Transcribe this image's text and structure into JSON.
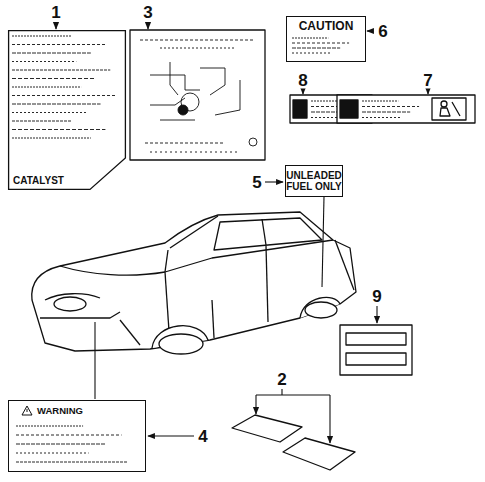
{
  "diagram": {
    "nodes": [
      {
        "text": [
          "CATALYST"
        ]
      },
      {
        "text": [
          "CAUTION"
        ]
      },
      {
        "text": [
          "UNLEADED FUEL ONLY"
        ]
      },
      {
        "text": [
          "WARNING"
        ]
      }
    ],
    "labels": [
      "1",
      "3",
      "6",
      "8",
      "7",
      "5",
      "9",
      "2",
      "4"
    ]
  }
}
